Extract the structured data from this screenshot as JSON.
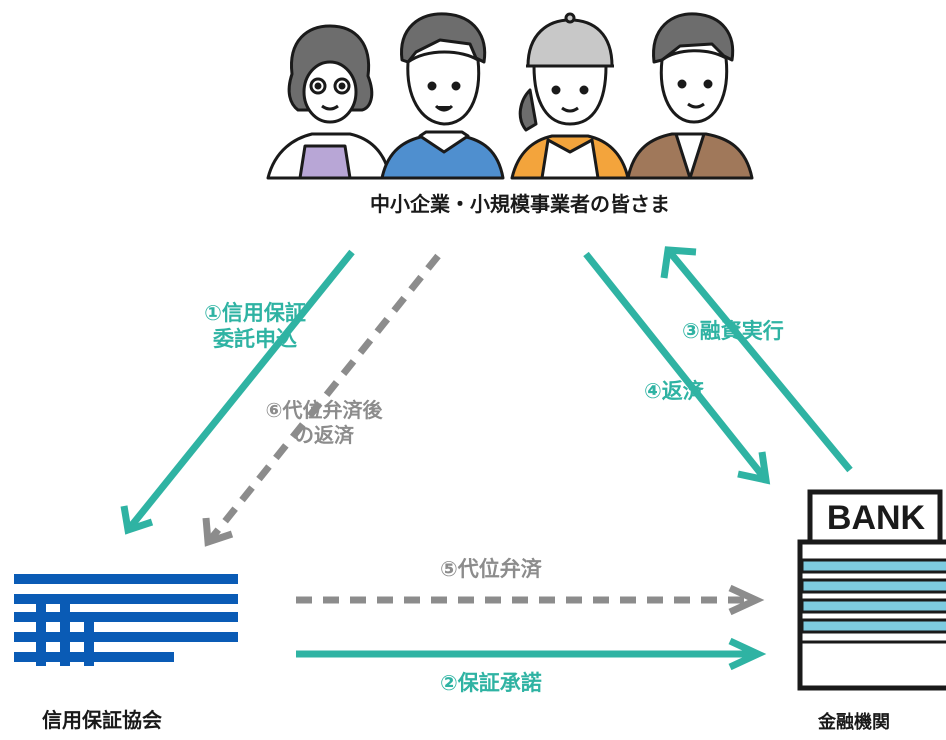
{
  "colors": {
    "teal": "#2fb3a3",
    "gray": "#8c8c8c",
    "blue": "#0a5bb5",
    "bank_stripe": "#7ecbe0",
    "dark": "#1a1a1a"
  },
  "nodes": {
    "businesses": "中小企業・小規模事業者の皆さま",
    "guarantee_association": "信用保証協会",
    "financial_institution": "金融機関",
    "bank_sign": "BANK"
  },
  "flows": {
    "step1_line1": "①信用保証",
    "step1_line2": "委託申込",
    "step2": "②保証承諾",
    "step3": "③融資実行",
    "step4": "④返済",
    "step5": "⑤代位弁済",
    "step6_line1": "⑥代位弁済後",
    "step6_line2": "の返済"
  },
  "icons": [
    "people-illustration-icon",
    "guarantee-association-logo-icon",
    "bank-building-icon"
  ]
}
